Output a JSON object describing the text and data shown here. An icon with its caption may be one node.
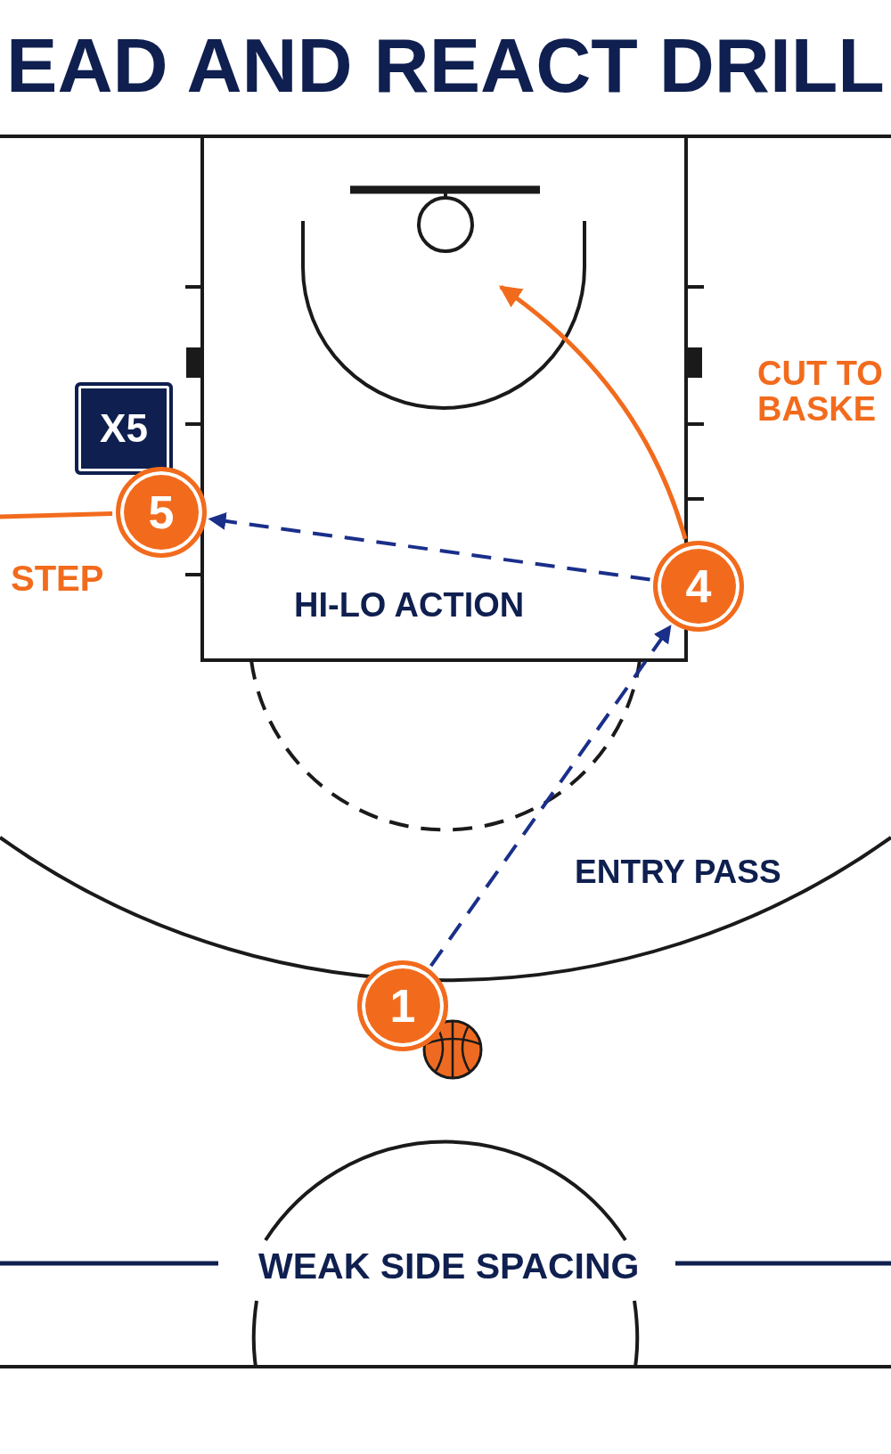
{
  "diagram": {
    "title": "EAD AND REACT DRILL",
    "nodes": [
      {
        "text": [
          "X5"
        ]
      },
      {
        "text": [
          "5"
        ]
      },
      {
        "text": [
          "4"
        ]
      },
      {
        "text": [
          "1"
        ]
      }
    ],
    "edges": [
      {
        "from": 2,
        "to": 1,
        "arrow": "to",
        "style": "dashed",
        "color": "#1a2f8a"
      },
      {
        "from": 3,
        "to": 2,
        "arrow": "to",
        "style": "dashed",
        "color": "#1a2f8a"
      },
      {
        "from": 2,
        "to": null,
        "arrow": "to",
        "color": "#f26b1d"
      },
      {
        "from": null,
        "to": 1,
        "arrow": "none",
        "color": "#f26b1d"
      }
    ],
    "labels": [
      "CUT TO BASKE",
      "STEP",
      "HI-LO ACTION",
      "ENTRY PASS",
      "WEAK SIDE SPACING"
    ]
  }
}
